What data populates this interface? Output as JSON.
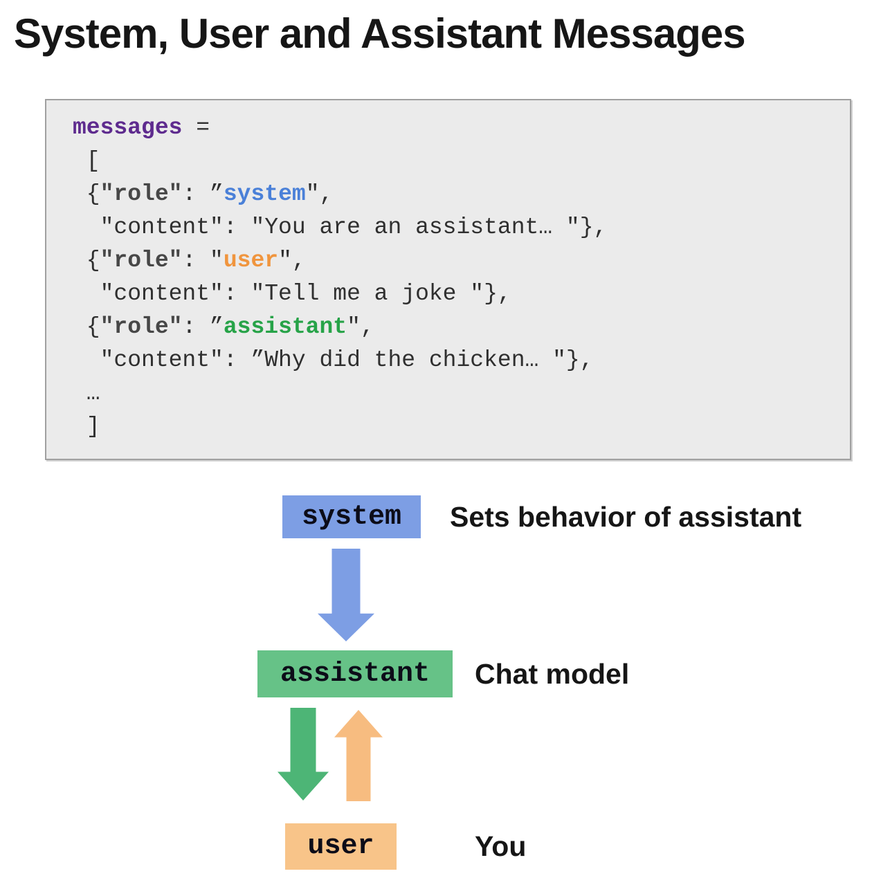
{
  "title": "System, User and Assistant Messages",
  "colors": {
    "code_bg": "#ebebeb",
    "code_border": "#a0a0a0",
    "purple": "#5e2b8e",
    "key_gray": "#474747",
    "plain": "#2f2f2f",
    "blue_text": "#4a80d8",
    "orange_text": "#f0953e",
    "green_text": "#27a348",
    "blue_box": "#7d9ee4",
    "green_box": "#66c287",
    "green_arrow": "#4db576",
    "orange_arrow": "#f7bc80",
    "orange_box": "#f8c489"
  },
  "code": {
    "lines": [
      {
        "segments": [
          {
            "text": "messages",
            "style": "kw"
          },
          {
            "text": " =",
            "style": "plain"
          }
        ]
      },
      {
        "segments": [
          {
            "text": " [",
            "style": "plain"
          }
        ]
      },
      {
        "segments": [
          {
            "text": " {",
            "style": "plain"
          },
          {
            "text": "\"role\"",
            "style": "key"
          },
          {
            "text": ": ”",
            "style": "plain"
          },
          {
            "text": "system",
            "style": "sys"
          },
          {
            "text": "\",",
            "style": "plain"
          }
        ]
      },
      {
        "segments": [
          {
            "text": "  \"content\": \"You are an assistant… \"},",
            "style": "plain"
          }
        ]
      },
      {
        "segments": [
          {
            "text": " {",
            "style": "plain"
          },
          {
            "text": "\"role\"",
            "style": "key"
          },
          {
            "text": ": \"",
            "style": "plain"
          },
          {
            "text": "user",
            "style": "usr"
          },
          {
            "text": "\",",
            "style": "plain"
          }
        ]
      },
      {
        "segments": [
          {
            "text": "  \"content\": \"Tell me a joke \"},",
            "style": "plain"
          }
        ]
      },
      {
        "segments": [
          {
            "text": " {",
            "style": "plain"
          },
          {
            "text": "\"role\"",
            "style": "key"
          },
          {
            "text": ": ”",
            "style": "plain"
          },
          {
            "text": "assistant",
            "style": "asst"
          },
          {
            "text": "\",",
            "style": "plain"
          }
        ]
      },
      {
        "segments": [
          {
            "text": "  \"content\": ”Why did the chicken… \"},",
            "style": "plain"
          }
        ]
      },
      {
        "segments": [
          {
            "text": " …",
            "style": "plain"
          }
        ]
      },
      {
        "segments": [
          {
            "text": " ]",
            "style": "plain"
          }
        ]
      }
    ]
  },
  "diagram": {
    "nodes": [
      {
        "id": "system",
        "label": "system",
        "caption": "Sets behavior of assistant"
      },
      {
        "id": "assistant",
        "label": "assistant",
        "caption": "Chat model"
      },
      {
        "id": "user",
        "label": "user",
        "caption": "You"
      }
    ],
    "arrows": [
      {
        "id": "system-to-assistant",
        "direction": "down",
        "color": "#7d9ee4"
      },
      {
        "id": "assistant-to-user",
        "direction": "down",
        "color": "#4db576"
      },
      {
        "id": "user-to-assistant",
        "direction": "up",
        "color": "#f7bc80"
      }
    ]
  }
}
